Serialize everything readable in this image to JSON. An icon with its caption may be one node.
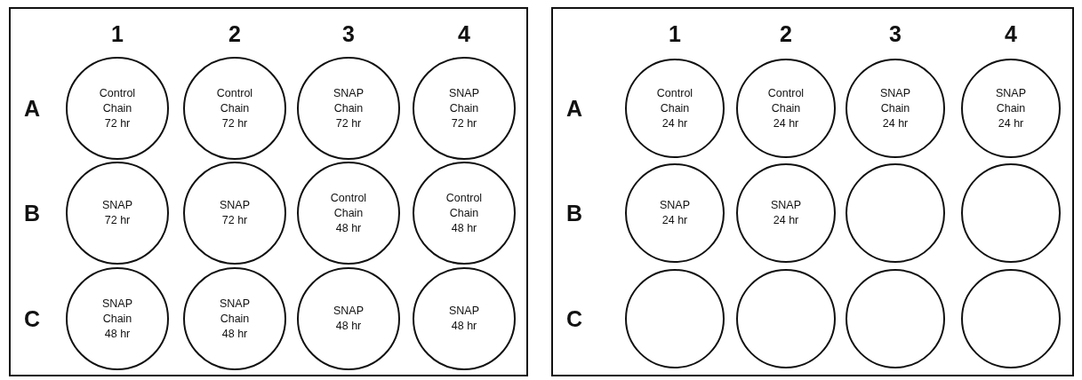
{
  "diagram": {
    "nodes": [
      {
        "text": [],
        "shape": "box"
      },
      {
        "text": [
          "Control Chain",
          "72 hr"
        ],
        "in": 0
      },
      {
        "text": [
          "Control Chain",
          "72 hr"
        ],
        "in": 0
      },
      {
        "text": [
          "SNAP Chain",
          "72 hr"
        ],
        "in": 0
      },
      {
        "text": [
          "SNAP Chain",
          "72 hr"
        ],
        "in": 0
      },
      {
        "text": [
          "SNAP",
          "72 hr"
        ],
        "in": 0
      },
      {
        "text": [
          "SNAP",
          "72 hr"
        ],
        "in": 0
      },
      {
        "text": [
          "Control Chain",
          "48 hr"
        ],
        "in": 0
      },
      {
        "text": [
          "Control Chain",
          "48 hr"
        ],
        "in": 0
      },
      {
        "text": [
          "SNAP Chain",
          "48 hr"
        ],
        "in": 0
      },
      {
        "text": [
          "SNAP Chain",
          "48 hr"
        ],
        "in": 0
      },
      {
        "text": [
          "SNAP",
          "48 hr"
        ],
        "in": 0
      },
      {
        "text": [
          "SNAP",
          "48 hr"
        ],
        "in": 0
      },
      {
        "text": [],
        "shape": "box"
      },
      {
        "text": [
          "Control Chain",
          "24 hr"
        ],
        "in": 13
      },
      {
        "text": [
          "Control Chain",
          "24 hr"
        ],
        "in": 13
      },
      {
        "text": [
          "SNAP Chain",
          "24 hr"
        ],
        "in": 13
      },
      {
        "text": [
          "SNAP Chain",
          "24 hr"
        ],
        "in": 13
      },
      {
        "text": [
          "SNAP",
          "24 hr"
        ],
        "in": 13
      },
      {
        "text": [
          "SNAP",
          "24 hr"
        ],
        "in": 13
      },
      {
        "text": [],
        "shape": "circle",
        "in": 13
      },
      {
        "text": [],
        "shape": "circle",
        "in": 13
      },
      {
        "text": [],
        "shape": "circle",
        "in": 13
      },
      {
        "text": [],
        "shape": "circle",
        "in": 13
      },
      {
        "text": [],
        "shape": "circle",
        "in": 13
      },
      {
        "text": [],
        "shape": "circle",
        "in": 13
      }
    ],
    "labels": [
      "1",
      "2",
      "3",
      "4",
      "A",
      "B",
      "C",
      "1",
      "2",
      "3",
      "4",
      "A",
      "B",
      "C"
    ]
  }
}
